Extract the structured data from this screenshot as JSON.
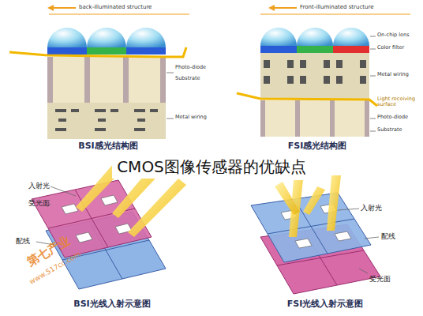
{
  "diagram": {
    "title": "CMOS图像传感器的优缺点",
    "labels": [
      "back-illuminated structure",
      "Photo-diode",
      "Substrate",
      "Metal wiring",
      "BSI感光结构图",
      "Front-illuminated structure",
      "On-chip lens",
      "Color filter",
      "Metal wiring",
      "Light receiving surface",
      "Photo-diode",
      "Substrate",
      "FSI感光结构图",
      "入射光",
      "受光面",
      "配线",
      "BSI光线入射示意图",
      "入射光",
      "配线",
      "受光面",
      "FSI光线入射示意图",
      "第七产业",
      "www.517cc.com"
    ]
  }
}
